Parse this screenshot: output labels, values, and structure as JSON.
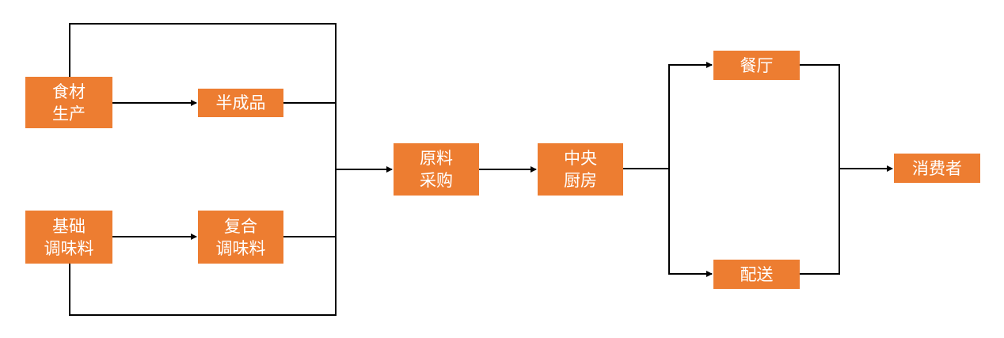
{
  "nodes": {
    "food_production": [
      "食材",
      "生产"
    ],
    "semi_finished": [
      "半成品"
    ],
    "base_seasoning": [
      "基础",
      "调味料"
    ],
    "compound_seasoning": [
      "复合",
      "调味料"
    ],
    "procurement": [
      "原料",
      "采购"
    ],
    "central_kitchen": [
      "中央",
      "厨房"
    ],
    "restaurant": [
      "餐厅"
    ],
    "delivery": [
      "配送"
    ],
    "consumer": [
      "消费者"
    ]
  },
  "colors": {
    "node_fill": "#ED7D31",
    "node_text": "#FFFFFF",
    "line": "#000000"
  }
}
